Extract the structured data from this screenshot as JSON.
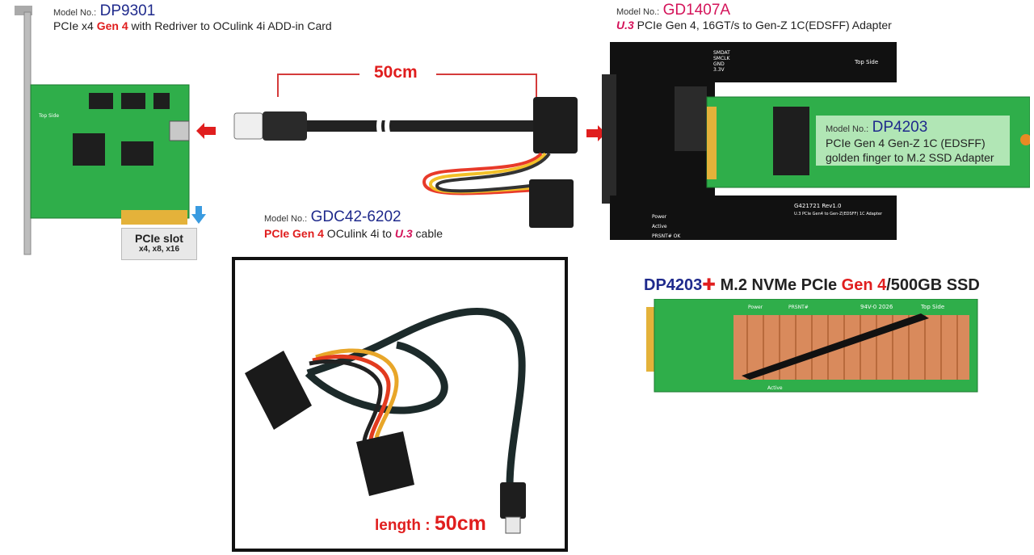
{
  "dp9301": {
    "model_prefix": "Model No.:",
    "model": "DP9301",
    "desc_a": "PCIe x4 ",
    "desc_gen": "Gen 4",
    "desc_b": " with Redriver to OCulink 4i ADD-in Card",
    "slot_title": "PCIe slot",
    "slot_sub": "x4, x8, x16"
  },
  "cable": {
    "length_top": "50cm",
    "model_prefix": "Model No.:",
    "model": "GDC42-6202",
    "desc_gen": "PCIe Gen 4",
    "desc_mid": " OCulink 4i to ",
    "desc_u3": "U.3",
    "desc_end": " cable",
    "photo_length_label": "length : ",
    "photo_length_value": "50cm"
  },
  "gd1407a": {
    "model_prefix": "Model No.:",
    "model": "GD1407A",
    "desc_u3": "U.3",
    "desc_rest": " PCIe Gen 4, 16GT/s to Gen-Z 1C(EDSFF) Adapter",
    "board_labels": [
      "SMDAT",
      "SMCLK",
      "GND",
      "3.3V",
      "Top Side",
      "G421721 Rev1.0",
      "U.3 PCIe Gen4 to Gen-Z(EDSFF) 1C Adapter",
      "Power",
      "Active",
      "PRSNT# OK"
    ]
  },
  "dp4203": {
    "model_prefix": "Model No.:",
    "model": "DP4203",
    "desc_line1": "PCIe Gen 4 Gen-Z 1C (EDSFF)",
    "desc_line2": "golden finger to M.2 SSD Adapter",
    "board_labels": [
      "Power",
      "PRSNT#",
      "94V-0 2026",
      "Top Side",
      "Active"
    ]
  },
  "bundle": {
    "part1": "DP4203",
    "plus": "✚",
    "part2": " M.2 NVMe PCIe ",
    "gen": "Gen 4",
    "part3": "/500GB SSD"
  },
  "colors": {
    "pcb": "#2fae4a",
    "accent_red": "#e01e1e",
    "model_blue": "#1f2a8c",
    "magenta": "#d4145a"
  },
  "icons": [
    "arrow-left-icon",
    "arrow-right-icon",
    "arrow-down-icon"
  ]
}
